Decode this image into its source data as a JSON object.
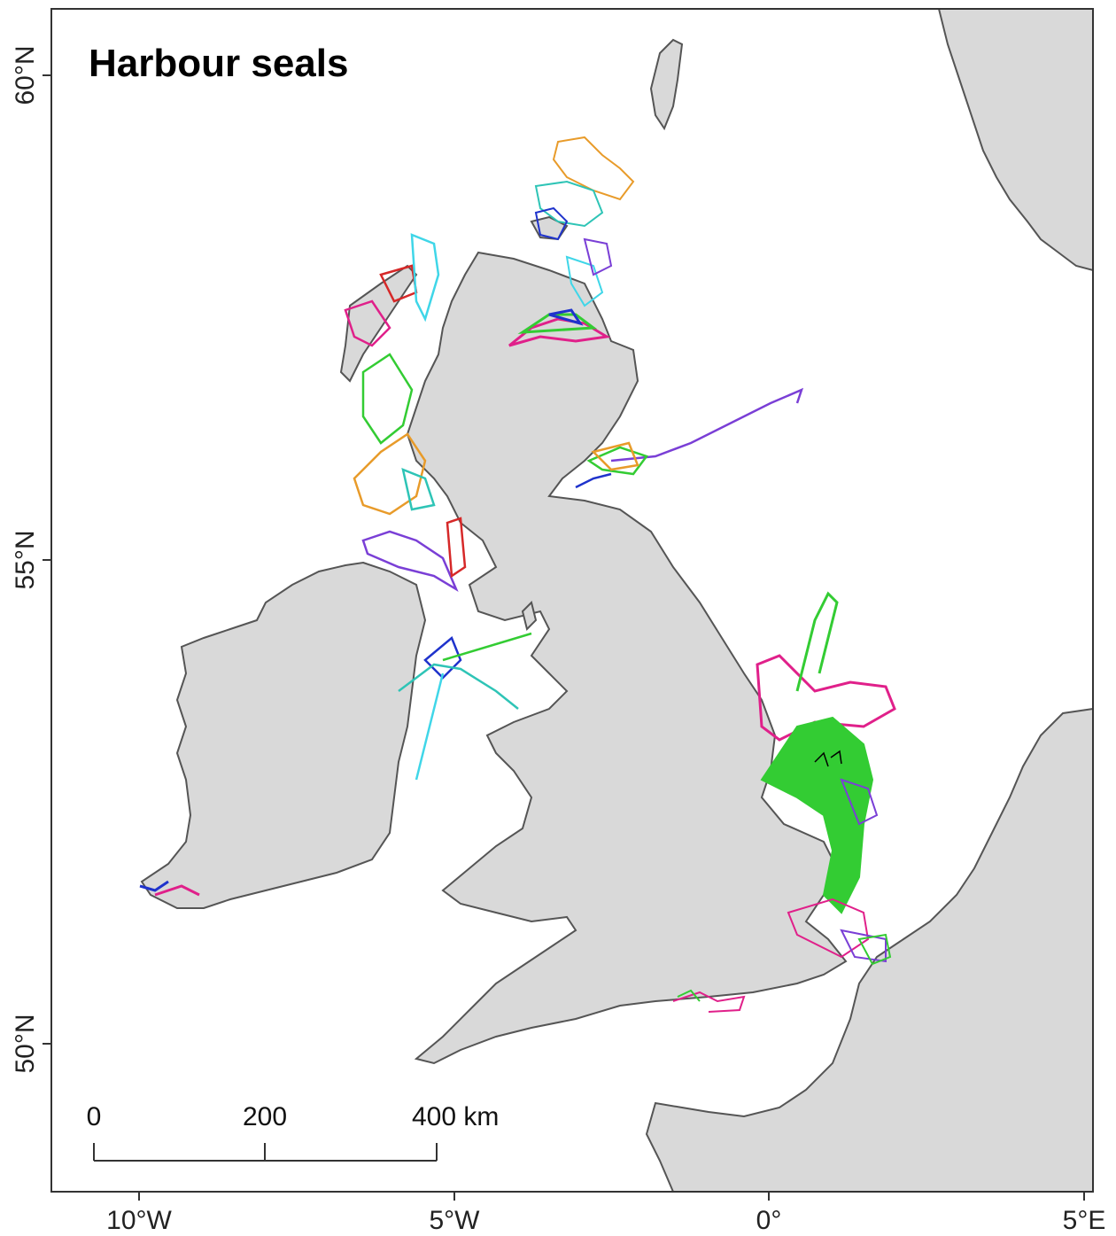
{
  "map": {
    "title": "Harbour seals",
    "lat_labels": [
      "60°N",
      "55°N",
      "50°N"
    ],
    "lon_labels": [
      "10°W",
      "5°W",
      "0°",
      "5°E"
    ],
    "scale_bar": {
      "labels": [
        "0",
        "200",
        "400 km"
      ]
    },
    "colors": {
      "land": "#d9d9d9",
      "coast": "#555555",
      "sea": "#ffffff",
      "track_green": "#33cc33",
      "track_magenta": "#e0208a",
      "track_orange": "#e89b2a",
      "track_teal": "#2ec4b6",
      "track_blue": "#1f33cc",
      "track_purple": "#7a3fd6",
      "track_cyan": "#3fd6e8",
      "track_red": "#d62828"
    }
  }
}
